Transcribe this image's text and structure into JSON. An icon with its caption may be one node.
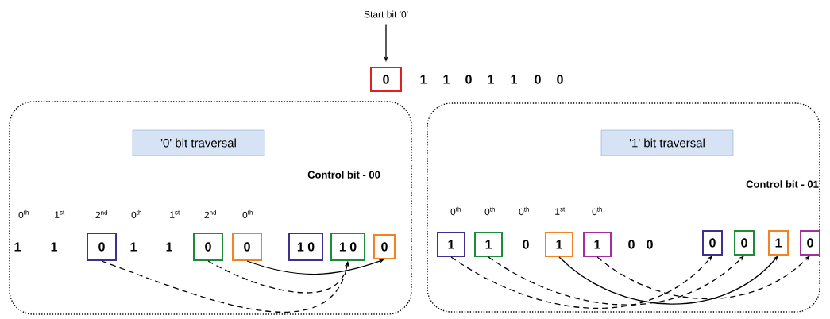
{
  "diagram": {
    "nodes": [
      {
        "text": [
          "Start bit '0'"
        ]
      },
      {
        "text": [
          "0"
        ]
      },
      {
        "text": [
          "Control bit - 00"
        ]
      },
      {
        "text": [
          "'0'  bit traversal"
        ],
        "in": 2
      },
      {
        "text": [
          "0"
        ],
        "in": 2
      },
      {
        "text": [
          "0"
        ],
        "in": 2
      },
      {
        "text": [
          "0"
        ],
        "in": 2
      },
      {
        "text": [
          "1 0"
        ],
        "in": 2
      },
      {
        "text": [
          "1 0"
        ],
        "in": 2
      },
      {
        "text": [
          "0"
        ],
        "in": 2
      },
      {
        "text": [
          "Control bit - 01"
        ]
      },
      {
        "text": [
          "'1'  bit traversal"
        ],
        "in": 10
      },
      {
        "text": [
          "1"
        ],
        "in": 10
      },
      {
        "text": [
          "1"
        ],
        "in": 10
      },
      {
        "text": [
          "1"
        ],
        "in": 10
      },
      {
        "text": [
          "1"
        ],
        "in": 10
      },
      {
        "text": [
          "0"
        ],
        "in": 10
      },
      {
        "text": [
          "0"
        ],
        "in": 10
      },
      {
        "text": [
          "1"
        ],
        "in": 10
      },
      {
        "text": [
          "0"
        ],
        "in": 10
      }
    ],
    "edges": [
      {
        "from": 0,
        "to": 1,
        "arrow": "to"
      },
      {
        "from": 4,
        "to": 8,
        "arrow": "to",
        "style": "dashed"
      },
      {
        "from": 5,
        "to": 8,
        "arrow": "to",
        "style": "dashed"
      },
      {
        "from": 6,
        "to": 9,
        "arrow": "to"
      },
      {
        "from": 12,
        "to": 16,
        "arrow": "to",
        "style": "dashed"
      },
      {
        "from": 13,
        "to": 17,
        "arrow": "to",
        "style": "dashed"
      },
      {
        "from": 14,
        "to": 18,
        "arrow": "to"
      },
      {
        "from": 15,
        "to": 19,
        "arrow": "to",
        "style": "dashed"
      }
    ],
    "labels": [
      "1",
      "1",
      "0",
      "1",
      "1",
      "0",
      "0",
      "0$^{th}$",
      "1$^{st}$",
      "2$^{nd}$",
      "0$^{th}$",
      "1$^{st}$",
      "2$^{nd}$",
      "0$^{th}$",
      "1",
      "1",
      "1",
      "1",
      "0$^{th}$",
      "0$^{th}$",
      "0$^{th}$",
      "1$^{st}$",
      "0$^{th}$",
      "0",
      "0",
      "0"
    ]
  }
}
